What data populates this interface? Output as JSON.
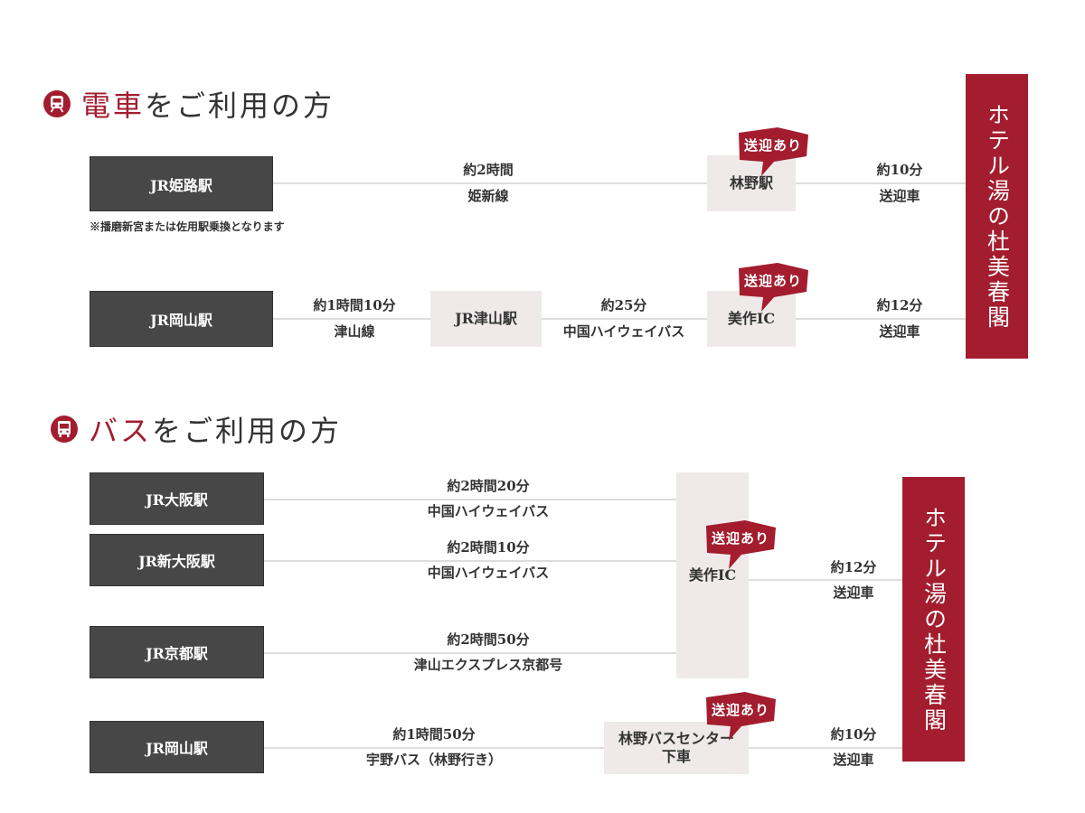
{
  "train": {
    "title_accent": "電車",
    "title_rest": "をご利用の方",
    "icon": "train-icon",
    "routes": [
      {
        "origin": "JR姫路駅",
        "segments": [
          {
            "time": "約2時間",
            "line": "姫新線"
          },
          {
            "time": "約10分",
            "line": "送迎車"
          }
        ],
        "stops": [
          "林野駅"
        ],
        "note": "※播磨新宮または佐用駅乗換となります"
      },
      {
        "origin": "JR岡山駅",
        "segments": [
          {
            "time": "約1時間10分",
            "line": "津山線"
          },
          {
            "time": "約25分",
            "line": "中国ハイウェイバス"
          },
          {
            "time": "約12分",
            "line": "送迎車"
          }
        ],
        "stops": [
          "JR津山駅",
          "美作IC"
        ]
      }
    ],
    "hotel": "ホテル湯の杜美春閣"
  },
  "bus": {
    "title_accent": "バス",
    "title_rest": "をご利用の方",
    "icon": "bus-icon",
    "routes": [
      {
        "origin": "JR大阪駅",
        "segments": [
          {
            "time": "約2時間20分",
            "line": "中国ハイウェイバス"
          }
        ]
      },
      {
        "origin": "JR新大阪駅",
        "segments": [
          {
            "time": "約2時間10分",
            "line": "中国ハイウェイバス"
          }
        ]
      },
      {
        "origin": "JR京都駅",
        "segments": [
          {
            "time": "約2時間50分",
            "line": "津山エクスプレス京都号"
          }
        ]
      },
      {
        "origin": "JR岡山駅",
        "segments": [
          {
            "time": "約1時間50分",
            "line": "宇野バス（林野行き）"
          }
        ]
      }
    ],
    "mimasaka_stop": "美作IC",
    "mimasaka_segment": {
      "time": "約12分",
      "line": "送迎車"
    },
    "hayashino_stop": {
      "line1": "林野バスセンター",
      "line2": "下車"
    },
    "hayashino_segment": {
      "time": "約10分",
      "line": "送迎車"
    },
    "hotel": "ホテル湯の杜美春閣"
  },
  "badge_label": "送迎あり",
  "colors": {
    "accent": "#a31d2e",
    "origin_box": "#474747",
    "stop_box": "#efe9e9",
    "connector": "#dddddd"
  }
}
